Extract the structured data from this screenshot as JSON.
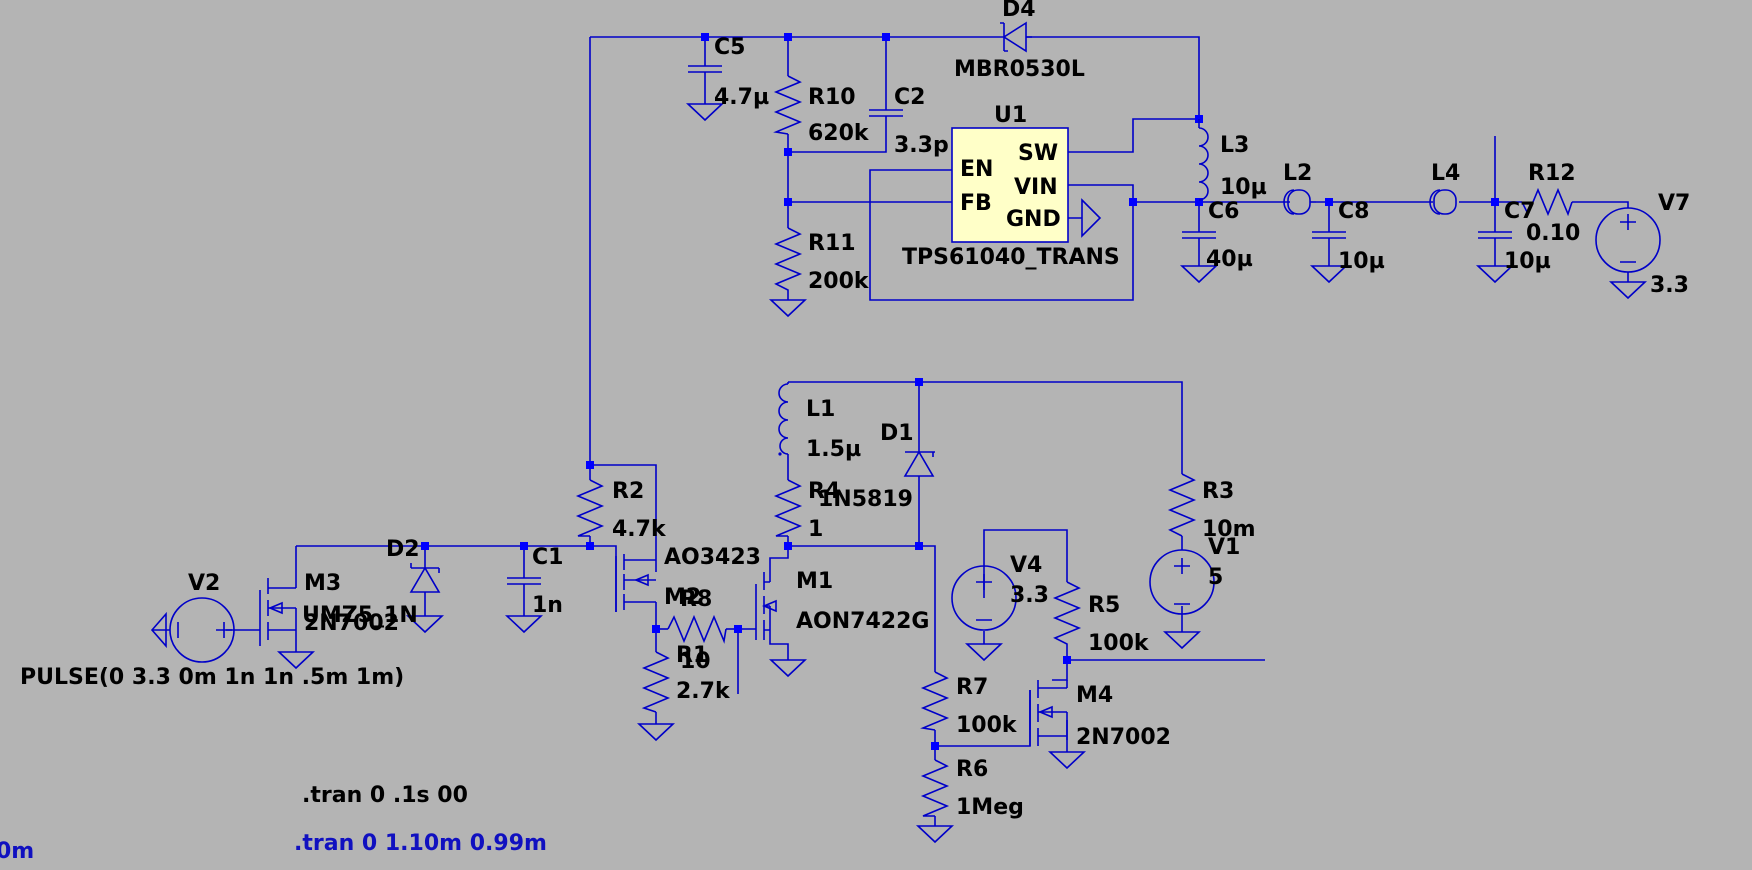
{
  "colors": {
    "background": "#b4b4b4",
    "wire": "#0000c8",
    "junction": "#0000ff",
    "ic_fill": "#ffffc8",
    "directive_blue": "#1010c0"
  },
  "components": {
    "D4": {
      "ref": "D4",
      "value": "MBR0530L"
    },
    "C5": {
      "ref": "C5",
      "value": "4.7µ"
    },
    "R10": {
      "ref": "R10",
      "value": "620k"
    },
    "C2": {
      "ref": "C2",
      "value": "3.3p"
    },
    "U1": {
      "ref": "U1",
      "value": "TPS61040_TRANS",
      "pins": {
        "en": "EN",
        "fb": "FB",
        "sw": "SW",
        "vin": "VIN",
        "gnd": "GND"
      }
    },
    "R11": {
      "ref": "R11",
      "value": "200k"
    },
    "L3": {
      "ref": "L3",
      "value": "10µ"
    },
    "C6": {
      "ref": "C6",
      "value": "40µ"
    },
    "L2": {
      "ref": "L2"
    },
    "C8": {
      "ref": "C8",
      "value": "10µ"
    },
    "L4": {
      "ref": "L4"
    },
    "C7": {
      "ref": "C7",
      "value": "10µ"
    },
    "R12": {
      "ref": "R12",
      "value": "0.10"
    },
    "V7": {
      "ref": "V7",
      "value": "3.3"
    },
    "L1": {
      "ref": "L1",
      "value": "1.5µ"
    },
    "D1": {
      "ref": "D1",
      "value": "1N5819"
    },
    "R4": {
      "ref": "R4",
      "value": "1"
    },
    "R3": {
      "ref": "R3",
      "value": "10m"
    },
    "V1": {
      "ref": "V1",
      "value": "5"
    },
    "R2": {
      "ref": "R2",
      "value": "4.7k"
    },
    "M2": {
      "ref": "M2",
      "value": "AO3423"
    },
    "M1": {
      "ref": "M1",
      "value": "AON7422G"
    },
    "R8": {
      "ref": "R8",
      "value": "10"
    },
    "R1": {
      "ref": "R1",
      "value": "2.7k"
    },
    "D2": {
      "ref": "D2",
      "value": "UMZ5_1N"
    },
    "C1": {
      "ref": "C1",
      "value": "1n"
    },
    "V2": {
      "ref": "V2",
      "value": "PULSE(0 3.3 0m 1n 1n .5m 1m)"
    },
    "M3": {
      "ref": "M3",
      "value": "2N7002"
    },
    "V4": {
      "ref": "V4",
      "value": "3.3"
    },
    "R5": {
      "ref": "R5",
      "value": "100k"
    },
    "R7": {
      "ref": "R7",
      "value": "100k"
    },
    "M4": {
      "ref": "M4",
      "value": "2N7002"
    },
    "R6": {
      "ref": "R6",
      "value": "1Meg"
    }
  },
  "directives": {
    "tran_comment": ".tran 0 .1s 00",
    "tran_active": ".tran 0 1.10m 0.99m",
    "edge_fragment": "0m"
  }
}
